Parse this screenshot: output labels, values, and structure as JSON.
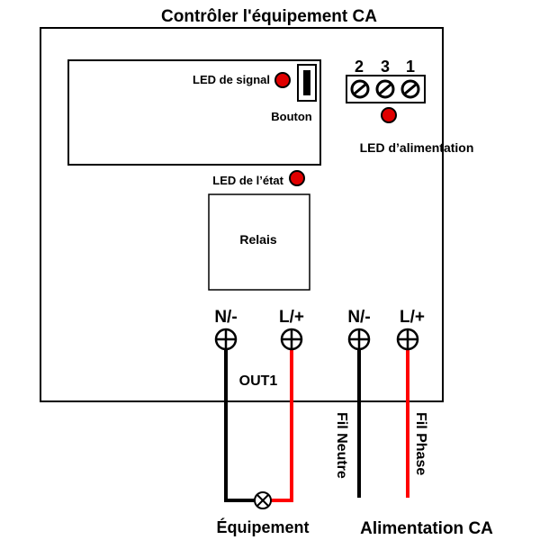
{
  "title": "Contrôler l'équipement CA",
  "labels": {
    "signal_led": "LED de signal",
    "button": "Bouton",
    "power_led": "LED d’alimentation",
    "status_led": "LED de l’état",
    "relay": "Relais",
    "out1": "OUT1",
    "equipment": "Équipement",
    "ac_supply": "Alimentation CA",
    "neutral_wire": "Fil Neutre",
    "phase_wire": "Fil Phase"
  },
  "terminal_block": [
    "2",
    "3",
    "1"
  ],
  "terminals": [
    {
      "label": "N/-"
    },
    {
      "label": "L/+"
    },
    {
      "label": "N/-"
    },
    {
      "label": "L/+"
    }
  ],
  "colors": {
    "led": "#e00000",
    "live_wire": "#ff0000",
    "neutral_wire": "#000000"
  }
}
